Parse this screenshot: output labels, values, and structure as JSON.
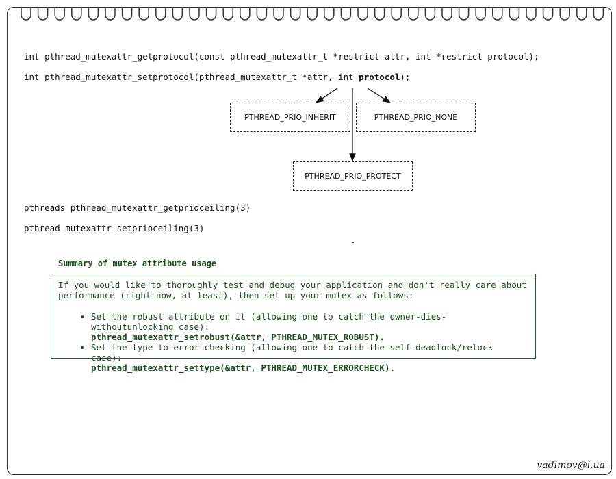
{
  "code": {
    "getprotocol": "int pthread_mutexattr_getprotocol(const pthread_mutexattr_t *restrict attr, int *restrict protocol);",
    "setprotocol_prefix": "int pthread_mutexattr_setprotocol(pthread_mutexattr_t *attr, int ",
    "setprotocol_param": "protocol",
    "setprotocol_suffix": ");",
    "getprioceiling": "pthreads pthread_mutexattr_getprioceiling(3)",
    "setprioceiling": "pthread_mutexattr_setprioceiling(3)"
  },
  "protocols": {
    "inherit": "PTHREAD_PRIO_INHERIT",
    "none": "PTHREAD_PRIO_NONE",
    "protect": "PTHREAD_PRIO_PROTECT"
  },
  "summary": {
    "title": "Summary of mutex attribute usage",
    "intro": "If you would like to thoroughly test and debug your application and don't really care about performance (right now, at least), then set up your mutex as follows:",
    "items": [
      {
        "text": "Set the robust attribute on it (allowing one to catch the owner-dies-withoutunlocking case):",
        "code": "pthread_mutexattr_setrobust(&attr, PTHREAD_MUTEX_ROBUST)."
      },
      {
        "text": "Set the type to error checking (allowing one to catch the self-deadlock/relock case):",
        "code": "pthread_mutexattr_settype(&attr, PTHREAD_MUTEX_ERRORCHECK)."
      }
    ]
  },
  "signature": "vadimov@i.ua",
  "colors": {
    "summary_green": "#1d4d1d",
    "border": "#333333"
  }
}
